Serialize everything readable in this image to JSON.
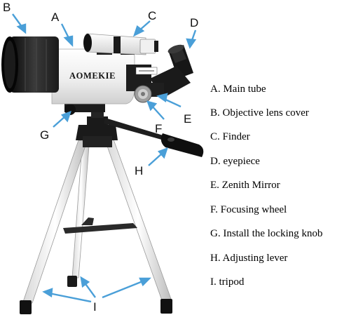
{
  "brand": "AOMEKIE",
  "callouts": {
    "A": "A",
    "B": "B",
    "C": "C",
    "D": "D",
    "E": "E",
    "F": "F",
    "G": "G",
    "H": "H",
    "I": "I"
  },
  "legend": [
    "A. Main tube",
    "B. Objective lens cover",
    "C. Finder",
    "D. eyepiece",
    "E. Zenith Mirror",
    "F. Focusing wheel",
    "G. Install the locking knob",
    "H. Adjusting lever",
    "I. tripod"
  ],
  "colors": {
    "arrow": "#4a9fd8",
    "tube_white": "#f4f4f4",
    "metal_black": "#1a1a1a",
    "text": "#000000"
  }
}
